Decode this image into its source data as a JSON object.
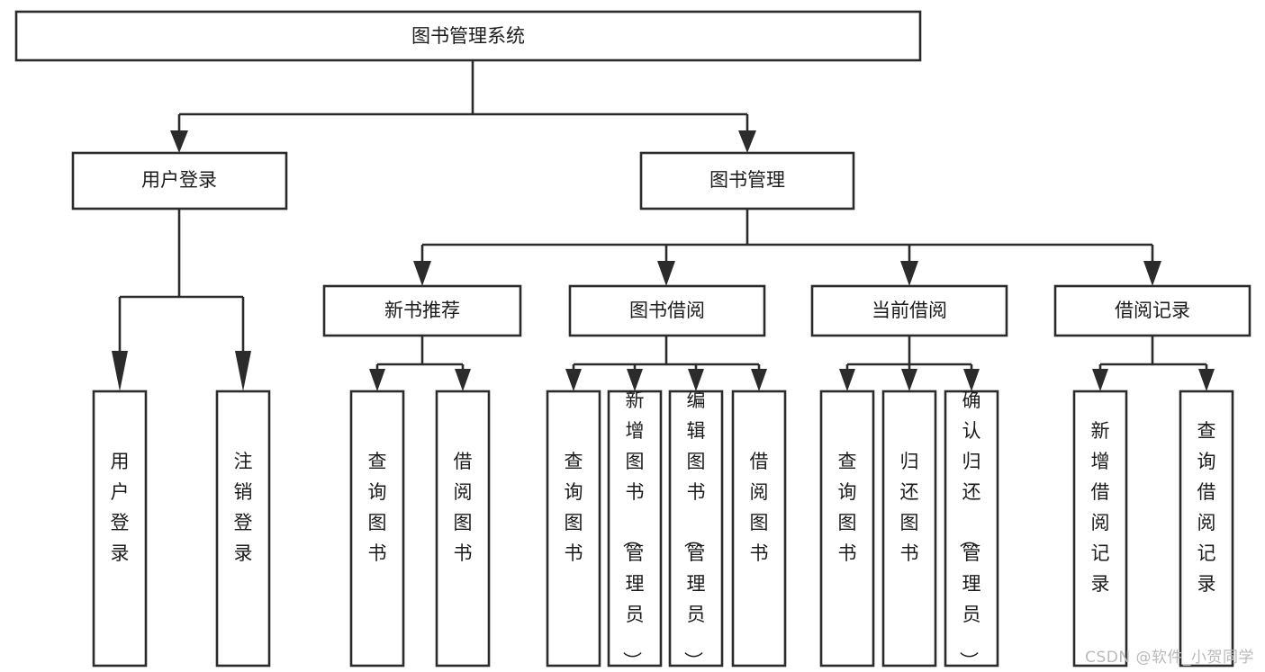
{
  "diagram": {
    "kind": "tree-structure-chart",
    "title": "图书管理系统",
    "background_color": "#ffffff",
    "line_color": "#2b2b2b",
    "text_color": "#1b1b1b",
    "box_fill": "#ffffff"
  },
  "nodes": {
    "root": {
      "label": "图书管理系统"
    },
    "level2": [
      {
        "id": "user-login",
        "label": "用户登录"
      },
      {
        "id": "book-management",
        "label": "图书管理"
      }
    ],
    "level3": [
      {
        "id": "new-book-recommend",
        "label": "新书推荐"
      },
      {
        "id": "book-borrow",
        "label": "图书借阅"
      },
      {
        "id": "current-borrow",
        "label": "当前借阅"
      },
      {
        "id": "borrow-record",
        "label": "借阅记录"
      }
    ],
    "leaves": {
      "user-login": [
        {
          "id": "leaf-user-login",
          "label": "用户登录"
        },
        {
          "id": "leaf-user-logout",
          "label": "注销登录"
        }
      ],
      "new-book-recommend": [
        {
          "id": "leaf-query-book-1",
          "label": "查询图书"
        },
        {
          "id": "leaf-borrow-book-1",
          "label": "借阅图书"
        }
      ],
      "book-borrow": [
        {
          "id": "leaf-query-book-2",
          "label": "查询图书"
        },
        {
          "id": "leaf-add-book",
          "label": "新增图书（管理员）"
        },
        {
          "id": "leaf-edit-book",
          "label": "编辑图书（管理员）"
        },
        {
          "id": "leaf-borrow-book-2",
          "label": "借阅图书"
        }
      ],
      "current-borrow": [
        {
          "id": "leaf-query-book-3",
          "label": "查询图书"
        },
        {
          "id": "leaf-return-book",
          "label": "归还图书"
        },
        {
          "id": "leaf-confirm-return",
          "label": "确认归还（管理员）"
        }
      ],
      "borrow-record": [
        {
          "id": "leaf-add-record",
          "label": "新增借阅记录"
        },
        {
          "id": "leaf-query-record",
          "label": "查询借阅记录"
        }
      ]
    }
  },
  "watermark": {
    "text": "CSDN @软件_小贺同学",
    "color": "#b9b9b9"
  }
}
